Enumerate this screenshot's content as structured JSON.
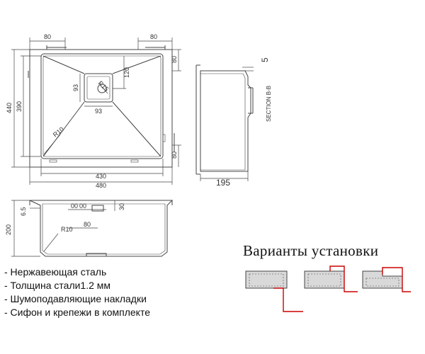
{
  "top_view": {
    "dims": {
      "left_offset": "80",
      "right_offset": "80",
      "right_top": "80",
      "right_bottom": "80",
      "outer_height": "440",
      "inner_height": "390",
      "drain_height": "93",
      "drain_width": "93",
      "drain_to_edge": "120",
      "drain_radius": "R15",
      "corner_radius": "R10",
      "inner_width": "430",
      "outer_width": "480"
    }
  },
  "side_view": {
    "dims": {
      "depth": "195",
      "flange": "5"
    },
    "section_label": "SECTION B-B"
  },
  "front_view": {
    "dims": {
      "height": "200",
      "flange": "6.5",
      "drain_offset_a": "00",
      "drain_offset_b": "00",
      "drain_depth": "30",
      "corner_radius": "R10",
      "drain_position": "80"
    }
  },
  "features": [
    "- Нержавеющая сталь",
    "- Толщина стали1.2 мм",
    "- Шумоподавляющие накладки",
    "- Сифон и крепежи в комплекте"
  ],
  "install_title": "Варианты установки",
  "colors": {
    "line": "#444444",
    "accent": "#cc0000",
    "fill": "#d9d9d9"
  }
}
